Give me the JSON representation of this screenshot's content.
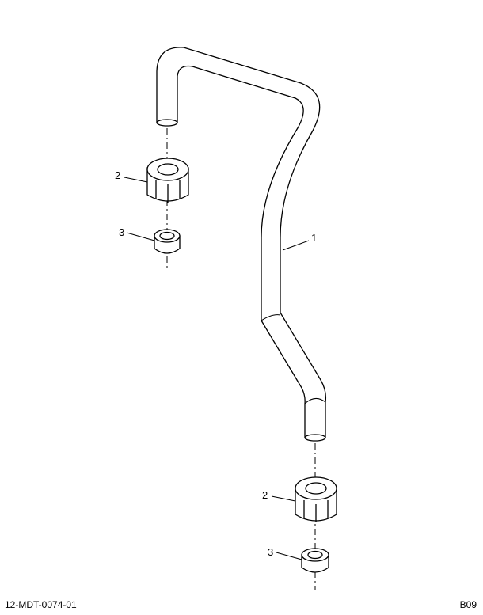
{
  "callouts": {
    "tube": "1",
    "nut_upper": "2",
    "sleeve_upper": "3",
    "nut_lower": "2",
    "sleeve_lower": "3"
  },
  "footer": {
    "document_id": "12-MDT-0074-01",
    "sheet_code": "B09"
  },
  "colors": {
    "line": "#000000",
    "background": "#ffffff"
  }
}
